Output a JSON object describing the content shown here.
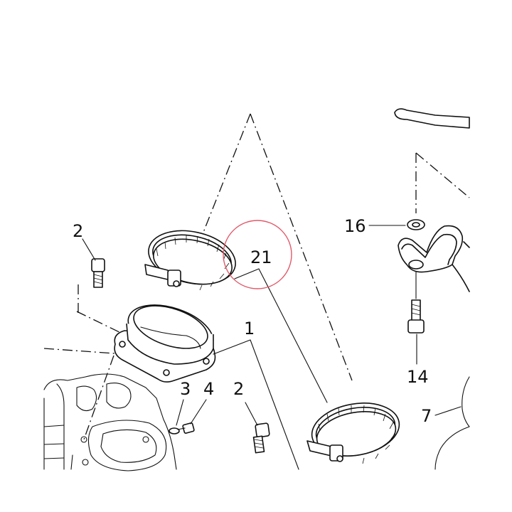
{
  "callouts": {
    "c1": "1",
    "c2a": "2",
    "c2b": "2",
    "c3": "3",
    "c4": "4",
    "c7": "7",
    "c14": "14",
    "c16": "16",
    "c21": "21"
  },
  "colors": {
    "line": "#111111",
    "highlight_circle": "#e05a6a",
    "background": "#ffffff"
  }
}
